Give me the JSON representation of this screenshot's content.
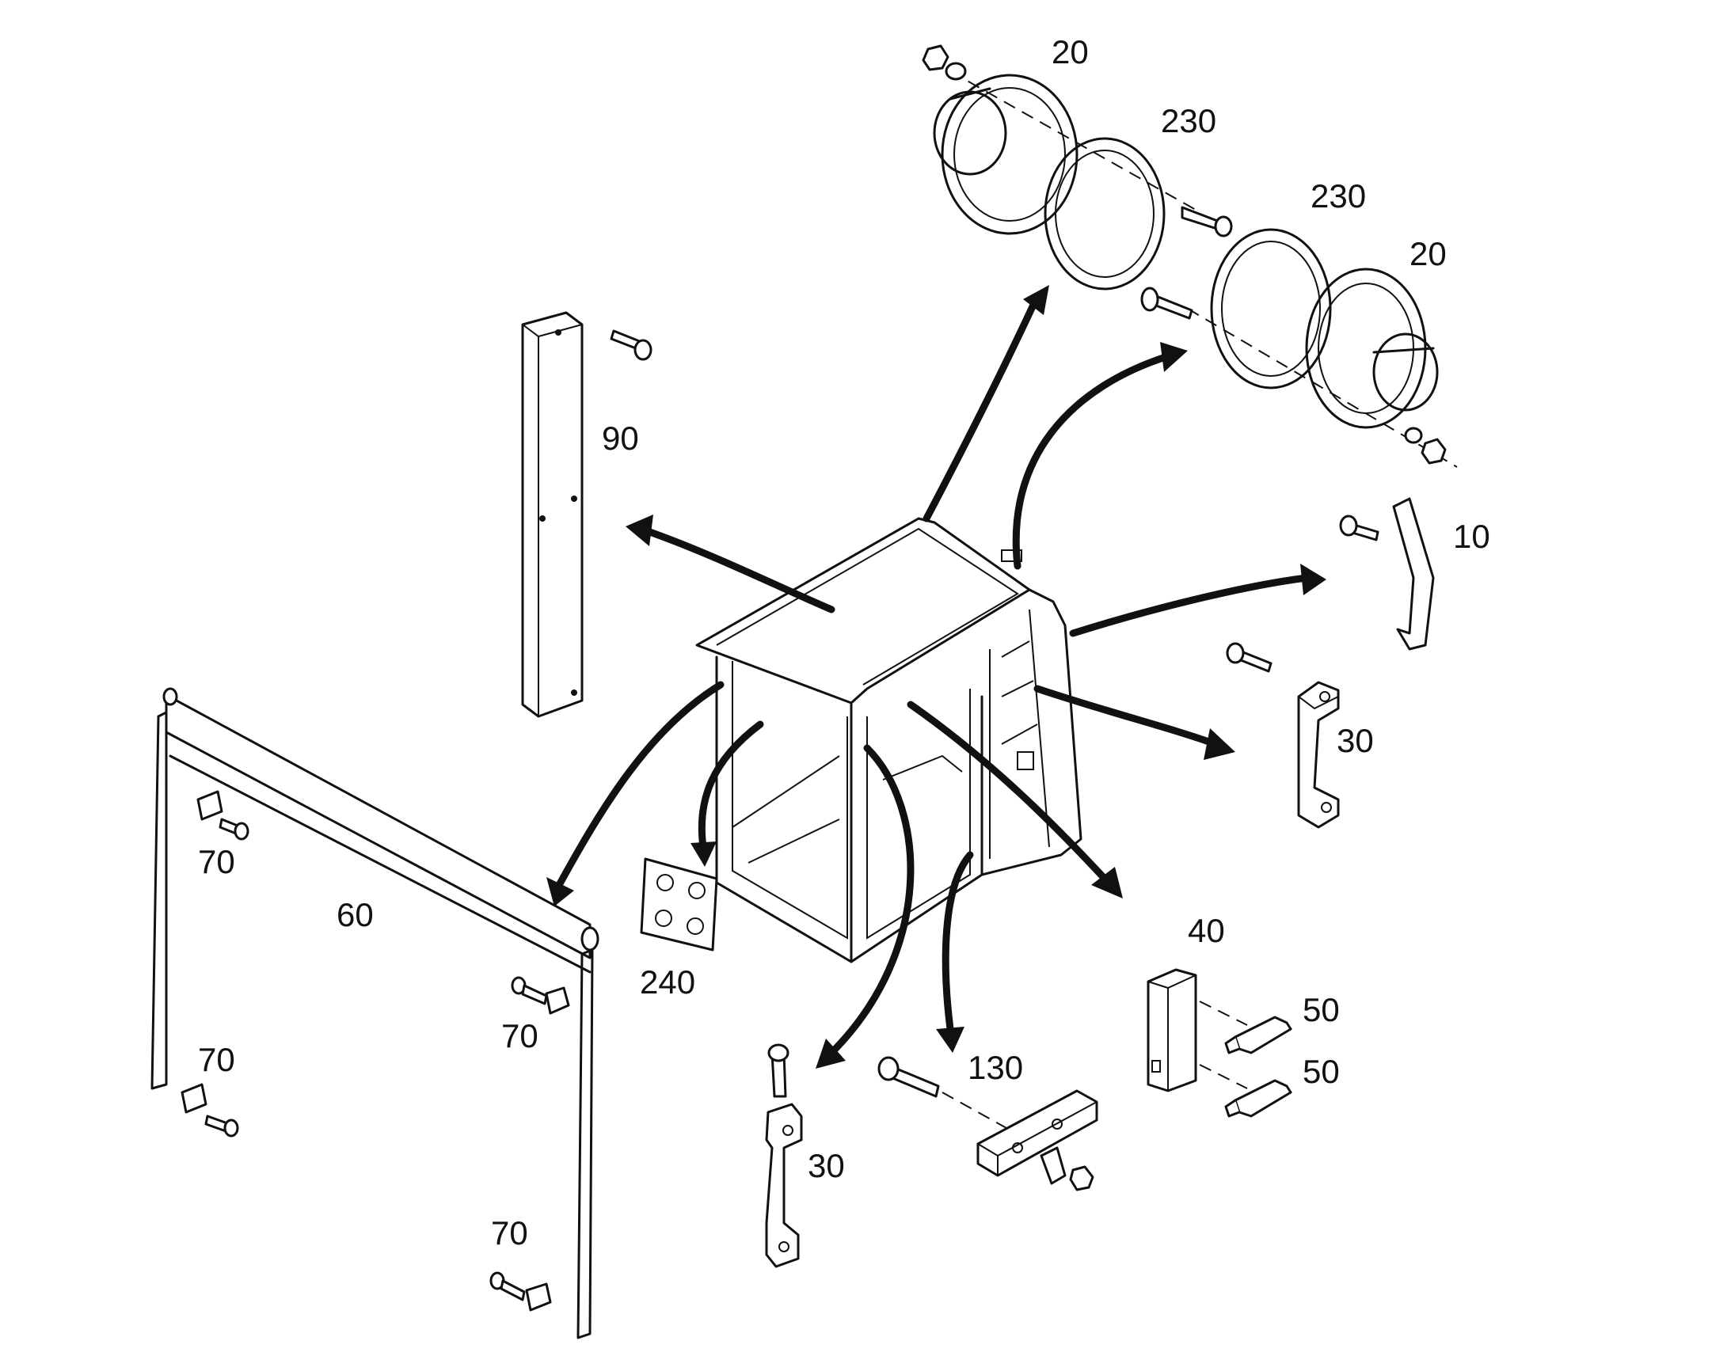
{
  "callouts": {
    "c20_top": "20",
    "c230_top": "230",
    "c230_right": "230",
    "c20_right": "20",
    "c90": "90",
    "c10": "10",
    "c30_right": "30",
    "c70_a": "70",
    "c60": "60",
    "c240": "240",
    "c40": "40",
    "c50_a": "50",
    "c70_b": "70",
    "c130": "130",
    "c50_b": "50",
    "c70_c": "70",
    "c30_bottom": "30",
    "c70_d": "70"
  },
  "colors": {
    "ink": "#111111",
    "paper": "#ffffff"
  }
}
